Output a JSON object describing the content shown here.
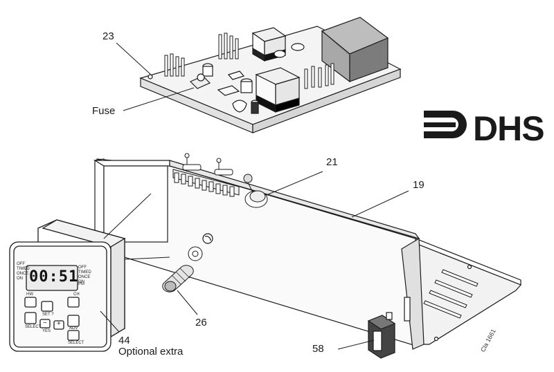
{
  "logo": {
    "text": "DHS"
  },
  "callouts": {
    "c23": "23",
    "fuse": "Fuse",
    "c21": "21",
    "c19": "19",
    "c26": "26",
    "c44": "44",
    "optional": "Optional extra",
    "c58": "58"
  },
  "drawing_code": "Cla 1661",
  "timer": {
    "display": "00:51",
    "display_suffix": "PM",
    "left_modes": [
      "OFF",
      "TIMED",
      "ONCE",
      "ON"
    ],
    "right_modes": [
      "OFF",
      "TIMED",
      "ONCE",
      "ON"
    ],
    "buttons": {
      "hw": "HW",
      "ch": "CH",
      "set": "SET ?",
      "yes": "YES",
      "adv": "ADV",
      "select_left": "SELECT",
      "select_right": "SELECT",
      "minus": "−",
      "plus": "+"
    }
  }
}
